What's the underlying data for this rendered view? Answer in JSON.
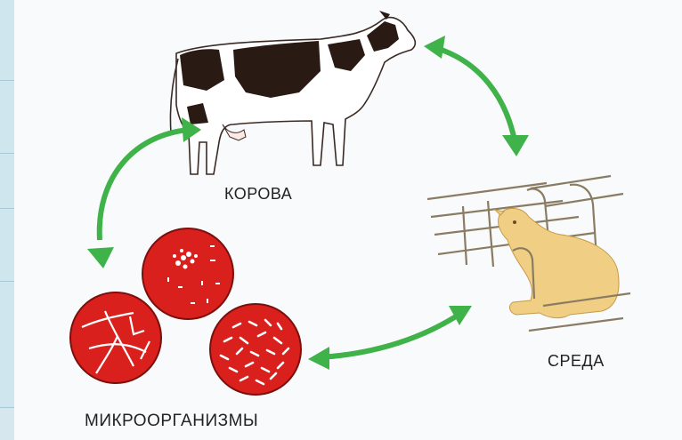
{
  "labels": {
    "cow": "КОРОВА",
    "environment": "СРЕДА",
    "microorganisms": "МИКРООРГАНИЗМЫ"
  },
  "colors": {
    "arrow": "#3fb24a",
    "microbe_dish": "#d9201d",
    "calf": "#f0cf84",
    "cow_spots": "#2a1a14"
  }
}
